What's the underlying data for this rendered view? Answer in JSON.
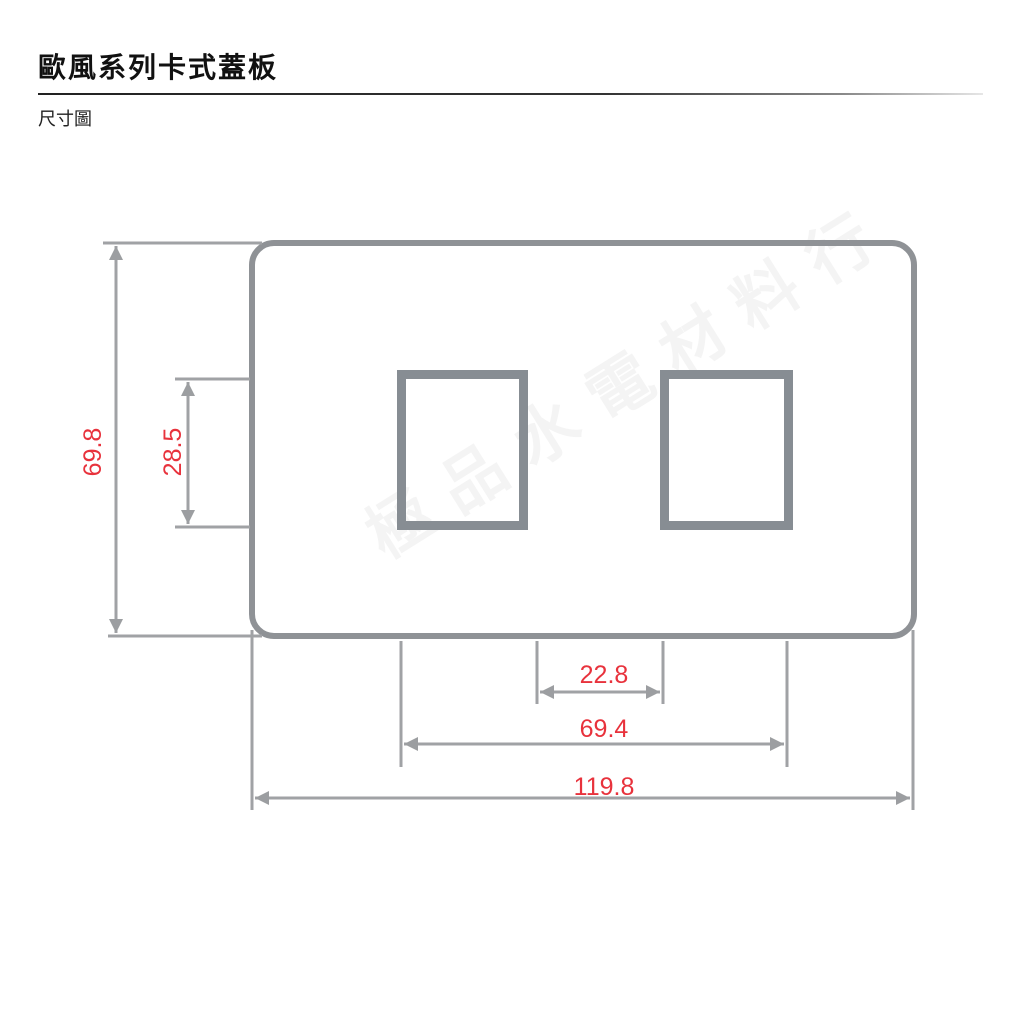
{
  "header": {
    "title": "歐風系列卡式蓋板",
    "subtitle": "尺寸圖"
  },
  "diagram": {
    "watermark": "極 品 水 電 材 料 行",
    "dimensions": {
      "overall_height": "69.8",
      "side_tab_height": "28.5",
      "cutout_width": "22.8",
      "cutout_span": "69.4",
      "overall_width": "119.8"
    },
    "colors": {
      "outline": "#8f9296",
      "cutout": "#878d93",
      "dim_line": "#a0a2a5",
      "dim_text": "#e8323c"
    }
  }
}
